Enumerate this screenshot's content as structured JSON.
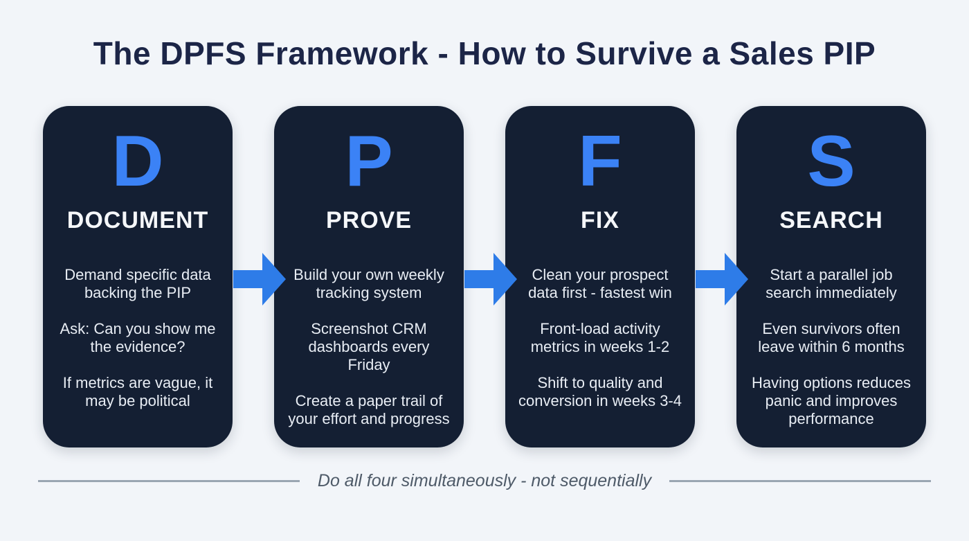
{
  "header": {
    "title": "The DPFS Framework - How to Survive a Sales PIP"
  },
  "cards": [
    {
      "letter": "D",
      "title": "DOCUMENT",
      "points": [
        "Demand specific data backing the PIP",
        "Ask: Can you show me the evidence?",
        "If metrics are vague, it may be political"
      ]
    },
    {
      "letter": "P",
      "title": "PROVE",
      "points": [
        "Build your own weekly tracking system",
        "Screenshot CRM dashboards every Friday",
        "Create a paper trail of your effort and progress"
      ]
    },
    {
      "letter": "F",
      "title": "FIX",
      "points": [
        "Clean your prospect data first - fastest win",
        "Front-load activity metrics in weeks 1-2",
        "Shift to quality and conversion in weeks 3-4"
      ]
    },
    {
      "letter": "S",
      "title": "SEARCH",
      "points": [
        "Start a parallel job search immediately",
        "Even survivors often leave within 6 months",
        "Having options reduces panic and improves performance"
      ]
    }
  ],
  "footer": {
    "note": "Do all four simultaneously - not sequentially"
  },
  "colors": {
    "background": "#f2f5f9",
    "card_bg": "#141f33",
    "accent_blue": "#3b82f6",
    "arrow_blue": "#2e7ce8",
    "title_navy": "#1c2547",
    "body_text": "#e8edf4",
    "footer_text": "#4e5a68",
    "footer_line": "#9aa6b2"
  }
}
